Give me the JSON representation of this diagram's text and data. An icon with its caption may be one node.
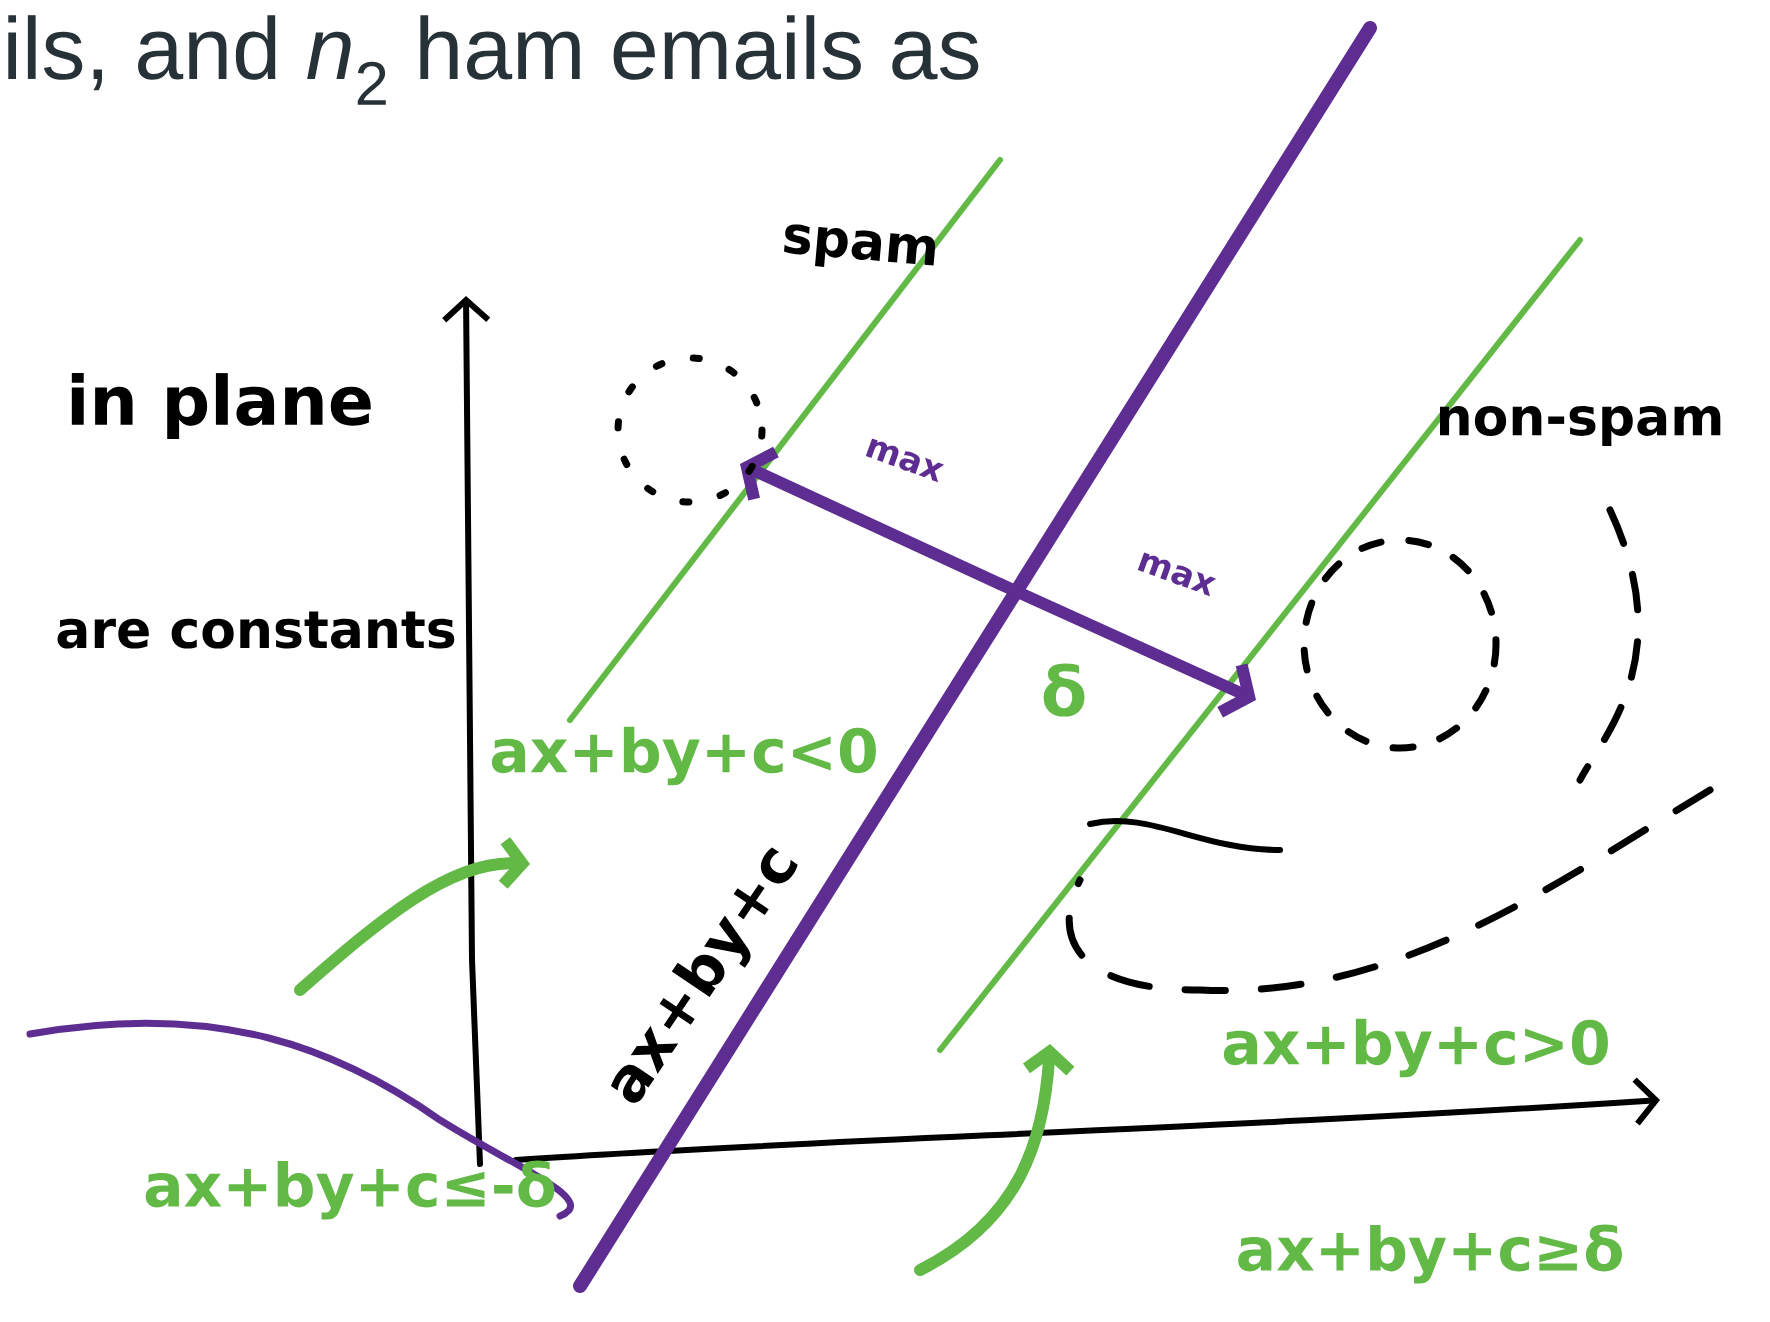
{
  "diagram": {
    "labels": [
      "ils, and *n*$_{2}$ ham emails as",
      "spam",
      "in plane",
      "are constants",
      "non-spam",
      "max",
      "max",
      "δ",
      "ax+by+c<0",
      "ax+by+c",
      "ax+by+c>0",
      "ax+by+c≤-δ",
      "ax+by+c≥δ"
    ]
  }
}
